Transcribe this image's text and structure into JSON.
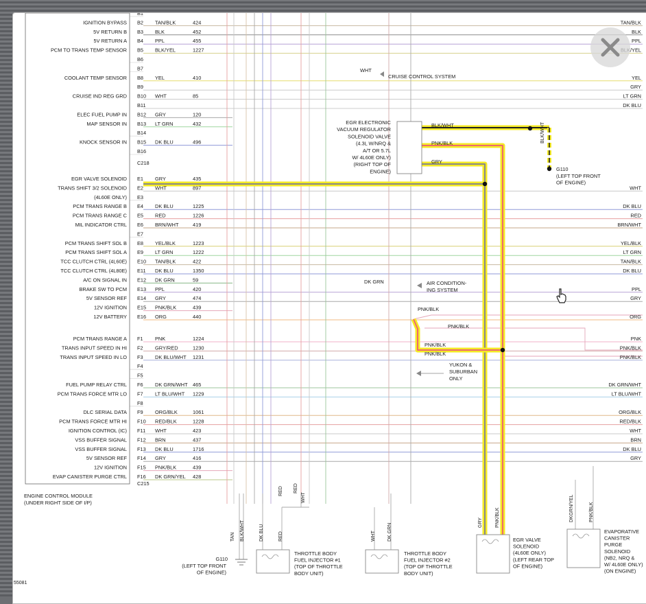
{
  "diagram": {
    "ecm_label_1": "ENGINE CONTROL MODULE",
    "ecm_label_2": "(UNDER RIGHT SIDE OF I/P)",
    "figure_number": "55081",
    "connectors": [
      "C218",
      "C215"
    ],
    "pins": [
      {
        "pin": "B1",
        "func": "",
        "color": "",
        "circuit": "",
        "right": ""
      },
      {
        "pin": "B2",
        "func": "IGNITION BYPASS",
        "color": "TAN/BLK",
        "circuit": "424",
        "right": "TAN/BLK"
      },
      {
        "pin": "B3",
        "func": "5V RETURN B",
        "color": "BLK",
        "circuit": "452",
        "right": "BLK"
      },
      {
        "pin": "B4",
        "func": "5V RETURN A",
        "color": "PPL",
        "circuit": "455",
        "right": "PPL"
      },
      {
        "pin": "B5",
        "func": "PCM TO TRANS TEMP SENSOR",
        "color": "BLK/YEL",
        "circuit": "1227",
        "right": "BLK/YEL"
      },
      {
        "pin": "B6",
        "func": "",
        "color": "",
        "circuit": "",
        "right": ""
      },
      {
        "pin": "B7",
        "func": "",
        "color": "",
        "circuit": "",
        "right": ""
      },
      {
        "pin": "B8",
        "func": "COOLANT TEMP SENSOR",
        "color": "YEL",
        "circuit": "410",
        "right": "YEL"
      },
      {
        "pin": "B9",
        "func": "",
        "color": "",
        "circuit": "",
        "right": "GRY"
      },
      {
        "pin": "B10",
        "func": "CRUISE IND REG GRD",
        "color": "WHT",
        "circuit": "85",
        "right": "LT GRN"
      },
      {
        "pin": "B11",
        "func": "",
        "color": "",
        "circuit": "",
        "right": "DK BLU"
      },
      {
        "pin": "B12",
        "func": "ELEC FUEL PUMP IN",
        "color": "GRY",
        "circuit": "120",
        "right": ""
      },
      {
        "pin": "B13",
        "func": "MAP SENSOR IN",
        "color": "LT GRN",
        "circuit": "432",
        "right": ""
      },
      {
        "pin": "B14",
        "func": "",
        "color": "",
        "circuit": "",
        "right": ""
      },
      {
        "pin": "B15",
        "func": "KNOCK SENSOR IN",
        "color": "DK BLU",
        "circuit": "496",
        "right": ""
      },
      {
        "pin": "B16",
        "func": "",
        "color": "",
        "circuit": "",
        "right": ""
      },
      {
        "pin": "E1",
        "func": "EGR VALVE SOLENOID",
        "color": "GRY",
        "circuit": "435",
        "right": ""
      },
      {
        "pin": "E2",
        "func": "TRANS SHIFT 3/2 SOLENOID",
        "color": "WHT",
        "circuit": "897",
        "right": "WHT"
      },
      {
        "pin": "E3",
        "func": "(4L60E ONLY)",
        "color": "",
        "circuit": "",
        "right": ""
      },
      {
        "pin": "E4",
        "func": "PCM TRANS RANGE B",
        "color": "DK BLU",
        "circuit": "1225",
        "right": "DK BLU"
      },
      {
        "pin": "E5",
        "func": "PCM TRANS RANGE C",
        "color": "RED",
        "circuit": "1226",
        "right": "RED"
      },
      {
        "pin": "E6",
        "func": "MIL INDICATOR CTRL",
        "color": "BRN/WHT",
        "circuit": "419",
        "right": "BRN/WHT"
      },
      {
        "pin": "E7",
        "func": "",
        "color": "",
        "circuit": "",
        "right": ""
      },
      {
        "pin": "E8",
        "func": "PCM TRANS SHIFT SOL B",
        "color": "YEL/BLK",
        "circuit": "1223",
        "right": "YEL/BLK"
      },
      {
        "pin": "E9",
        "func": "PCM TRANS SHIFT SOL A",
        "color": "LT GRN",
        "circuit": "1222",
        "right": "LT GRN"
      },
      {
        "pin": "E10",
        "func": "TCC CLUTCH CTRL     (4L60E)",
        "color": "TAN/BLK",
        "circuit": "422",
        "right": "TAN/BLK"
      },
      {
        "pin": "E11",
        "func": "TCC CLUTCH CTRL     (4L80E)",
        "color": "DK BLU",
        "circuit": "1350",
        "right": "DK BLU"
      },
      {
        "pin": "E12",
        "func": "A/C ON SIGNAL IN",
        "color": "DK GRN",
        "circuit": "59",
        "right": ""
      },
      {
        "pin": "E13",
        "func": "BRAKE SW TO PCM",
        "color": "PPL",
        "circuit": "420",
        "right": "PPL"
      },
      {
        "pin": "E14",
        "func": "5V SENSOR REF",
        "color": "GRY",
        "circuit": "474",
        "right": "GRY"
      },
      {
        "pin": "E15",
        "func": "12V IGNITION",
        "color": "PNK/BLK",
        "circuit": "439",
        "right": ""
      },
      {
        "pin": "E16",
        "func": "12V BATTERY",
        "color": "ORG",
        "circuit": "440",
        "right": "ORG"
      },
      {
        "pin": "F1",
        "func": "PCM TRANS RANGE A",
        "color": "PNK",
        "circuit": "1224",
        "right": "PNK"
      },
      {
        "pin": "F2",
        "func": "TRANS INPUT SPEED IN HI",
        "color": "GRY/RED",
        "circuit": "1230",
        "right": "PNK/BLK"
      },
      {
        "pin": "F3",
        "func": "TRANS INPUT SPEED IN LO",
        "color": "DK BLU/WHT",
        "circuit": "1231",
        "right": "PNK/BLK"
      },
      {
        "pin": "F4",
        "func": "",
        "color": "",
        "circuit": "",
        "right": ""
      },
      {
        "pin": "F5",
        "func": "",
        "color": "",
        "circuit": "",
        "right": ""
      },
      {
        "pin": "F6",
        "func": "FUEL PUMP RELAY CTRL",
        "color": "DK GRN/WHT",
        "circuit": "465",
        "right": "DK GRN/WHT"
      },
      {
        "pin": "F7",
        "func": "PCM TRANS FORCE MTR LO",
        "color": "LT BLU/WHT",
        "circuit": "1229",
        "right": "LT BLU/WHT"
      },
      {
        "pin": "F8",
        "func": "",
        "color": "",
        "circuit": "",
        "right": ""
      },
      {
        "pin": "F9",
        "func": "DLC SERIAL DATA",
        "color": "ORG/BLK",
        "circuit": "1061",
        "right": "ORG/BLK"
      },
      {
        "pin": "F10",
        "func": "PCM TRANS FORCE MTR HI",
        "color": "RED/BLK",
        "circuit": "1228",
        "right": "RED/BLK"
      },
      {
        "pin": "F11",
        "func": "IGNITION CONTROL (IC)",
        "color": "WHT",
        "circuit": "423",
        "right": "WHT"
      },
      {
        "pin": "F12",
        "func": "VSS BUFFER SIGNAL",
        "color": "BRN",
        "circuit": "437",
        "right": "BRN"
      },
      {
        "pin": "F13",
        "func": "VSS BUFFER SIGNAL",
        "color": "DK BLU",
        "circuit": "1716",
        "right": "DK BLU"
      },
      {
        "pin": "F14",
        "func": "5V SENSOR REF",
        "color": "GRY",
        "circuit": "416",
        "right": "GRY"
      },
      {
        "pin": "F15",
        "func": "12V IGNITION",
        "color": "PNK/BLK",
        "circuit": "439",
        "right": ""
      },
      {
        "pin": "F16",
        "func": "EVAP CANISTER PURGE CTRL",
        "color": "DK GRN/YEL",
        "circuit": "428",
        "right": ""
      }
    ],
    "cruise": {
      "wire": "WHT",
      "label": "CRUISE CONTROL SYSTEM"
    },
    "egr_regulator": {
      "lines": [
        "EGR ELECTRONIC",
        "VACUUM REGULATOR",
        "SOLENOID VALVE",
        "(4.3L W/NRQ &",
        "A/T OR 5.7L",
        "W/ 4L60E ONLY)",
        "(RIGHT TOP OF",
        "ENGINE)"
      ],
      "wires": [
        "BLK/WHT",
        "PNK/BLK",
        "GRY"
      ]
    },
    "g110_right": {
      "name": "G110",
      "lines": [
        "(LEFT TOP FRONT",
        "OF ENGINE)"
      ],
      "wire": "BLK/WHT"
    },
    "ac_system": {
      "wire": "DK GRN",
      "lines": [
        "AIR CONDITION-",
        "ING SYSTEM"
      ]
    },
    "pnk_splice_labels": [
      "PNK/BLK",
      "PNK/BLK",
      "PNK/BLK",
      "PNK/BLK"
    ],
    "yukon": {
      "lines": [
        "YUKON &",
        "SUBURBAN",
        "ONLY"
      ]
    },
    "bottom": {
      "g110": {
        "name": "G110",
        "lines": [
          "(LEFT TOP FRONT",
          "OF ENGINE)"
        ]
      },
      "wires": [
        "TAN",
        "BLK/WHT",
        "DK BLU",
        "RED",
        "RED",
        "WHT",
        "RED",
        "WHT",
        "DK GRN",
        "GRY",
        "PNK/BLK",
        "DKGRN/YEL",
        "PNK/BLK"
      ],
      "injector1": [
        "THROTTLE BODY",
        "FUEL INJECTOR #1",
        "(TOP OF THROTTLE",
        "BODY UNIT)"
      ],
      "injector2": [
        "THROTTLE BODY",
        "FUEL INJECTOR #2",
        "(TOP OF THROTTLE",
        "BODY UNIT)"
      ],
      "egr_valve": [
        "EGR VALVE",
        "SOLENOID",
        "(4L60E ONLY)",
        "(LEFT REAR TOP",
        "OF ENGINE)"
      ],
      "evap": [
        "EVAPORATIVE",
        "CANISTER",
        "PURGE",
        "SOLENOID",
        "(NB2, NRQ &",
        "W/ 4L60E ONLY)",
        "(ON ENGINE)"
      ]
    },
    "colors": {
      "highlight_yellow": "#f4ea25",
      "highlight_red": "#ee6a6f",
      "wire_line": "#5a5a5a"
    }
  },
  "icons": {
    "close": "close-icon",
    "cursor": "hand-pointer-icon"
  }
}
